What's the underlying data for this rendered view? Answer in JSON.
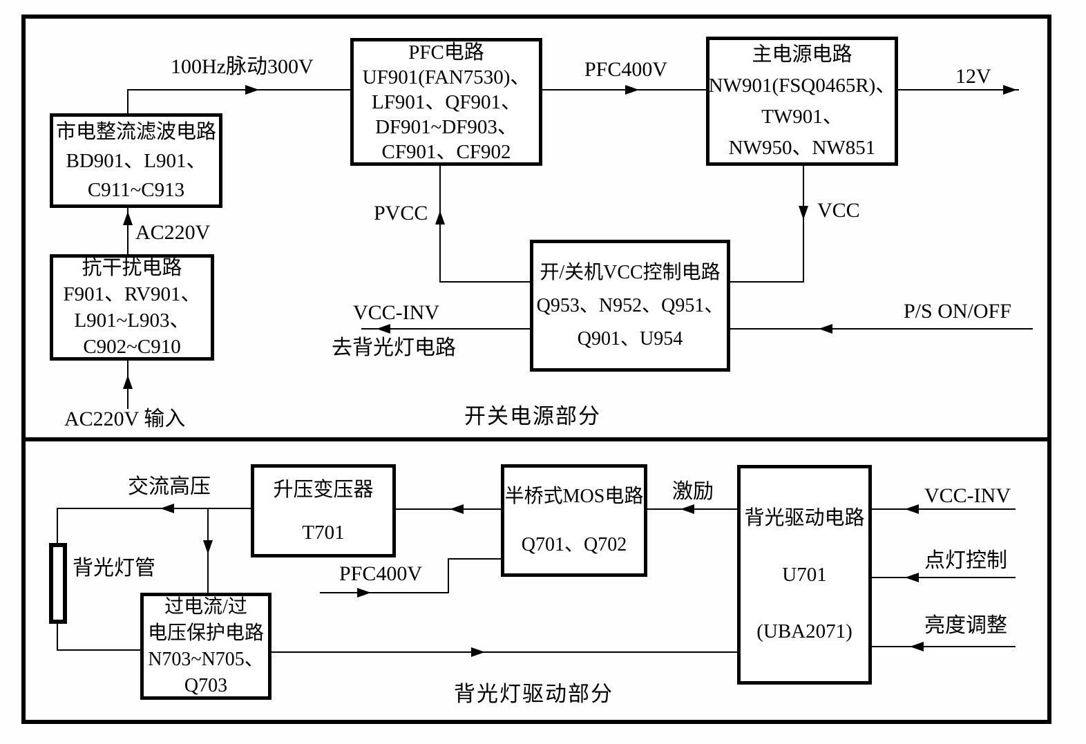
{
  "sections": {
    "top_label": "开关电源部分",
    "bottom_label": "背光灯驱动部分"
  },
  "boxes": {
    "rectifier_filter": {
      "lines": [
        "市电整流滤波电路",
        "BD901、L901、",
        "C911~C913"
      ]
    },
    "anti_interference": {
      "lines": [
        "抗干扰电路",
        "F901、RV901、",
        "L901~L903、",
        "C902~C910"
      ]
    },
    "pfc": {
      "lines": [
        "PFC电路",
        "UF901(FAN7530)、",
        "LF901、QF901、",
        "DF901~DF903、",
        "CF901、CF902"
      ]
    },
    "main_power": {
      "lines": [
        "主电源电路",
        "NW901(FSQ0465R)、",
        "TW901、",
        "NW950、NW851"
      ]
    },
    "vcc_control": {
      "lines": [
        "开/关机VCC控制电路",
        "Q953、N952、Q951、",
        "Q901、U954"
      ]
    },
    "transformer": {
      "lines": [
        "升压变压器",
        "T701"
      ]
    },
    "half_bridge_mos": {
      "lines": [
        "半桥式MOS电路",
        "Q701、Q702"
      ]
    },
    "backlight_driver": {
      "lines": [
        "背光驱动电路",
        "U701",
        "(UBA2071)"
      ]
    },
    "protection": {
      "lines": [
        "过电流/过",
        "电压保护电路",
        "N703~N705、",
        "Q703"
      ]
    },
    "lamp_label": "背光灯管"
  },
  "signals": {
    "pulse_300v": "100Hz脉动300V",
    "pfc400v_top": "PFC400V",
    "v12": "12V",
    "ac220v": "AC220V",
    "ac220v_input": "AC220V 输入",
    "pvcc": "PVCC",
    "vcc": "VCC",
    "vcc_inv_out": "VCC-INV",
    "to_backlight": "去背光灯电路",
    "ps_onoff": "P/S ON/OFF",
    "ac_high_voltage": "交流高压",
    "pfc400v_bottom": "PFC400V",
    "excitation": "激励",
    "vcc_inv_in": "VCC-INV",
    "lamp_control": "点灯控制",
    "brightness": "亮度调整"
  }
}
